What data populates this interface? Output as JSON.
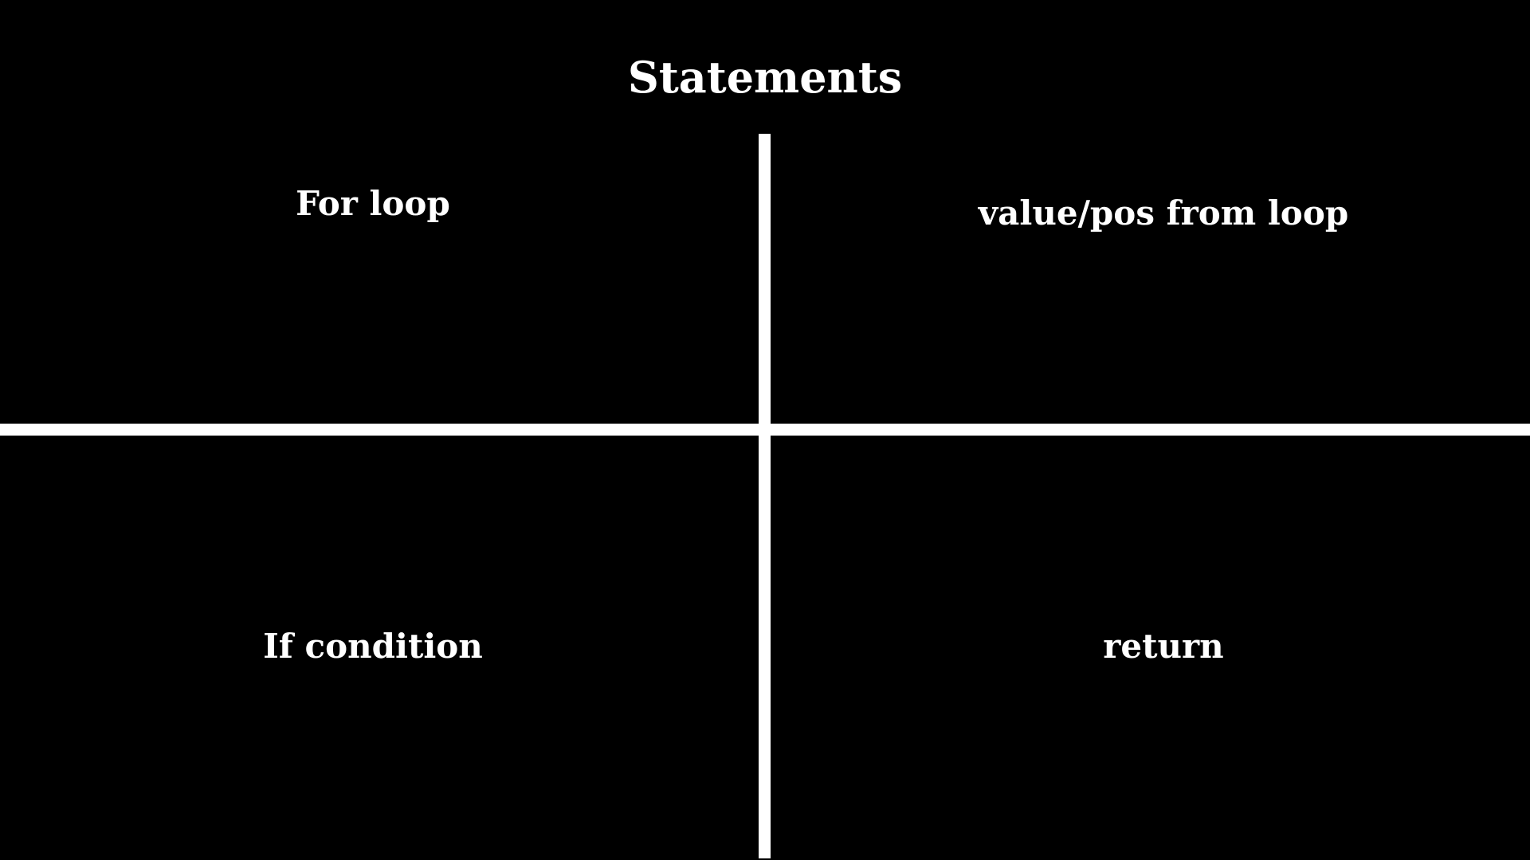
{
  "title": "Statements",
  "quadrants": {
    "top_left": "For loop",
    "top_right": "value/pos from loop",
    "bottom_left": "If condition",
    "bottom_right": "return"
  },
  "colors": {
    "background": "#000000",
    "foreground": "#ffffff"
  }
}
